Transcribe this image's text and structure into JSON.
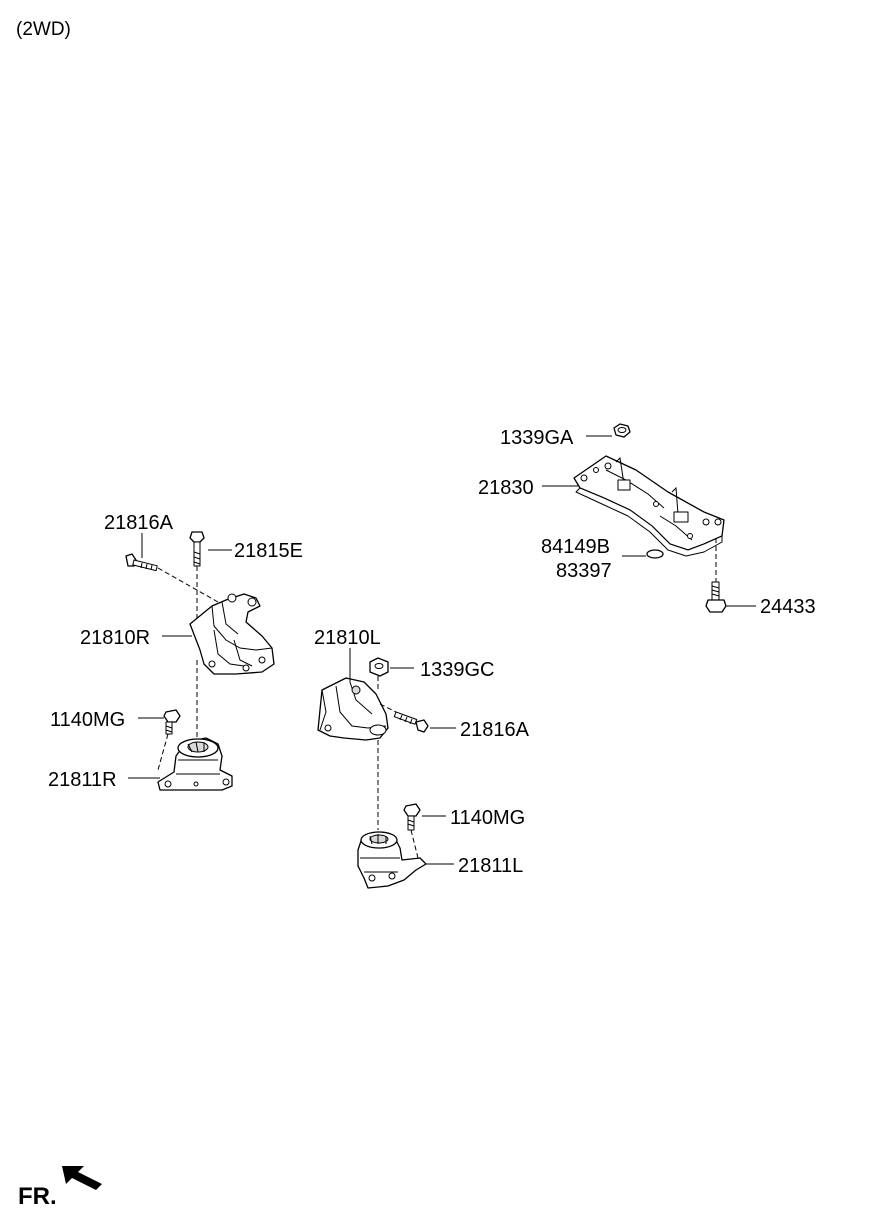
{
  "header": {
    "variant": "(2WD)"
  },
  "orientation": {
    "label": "FR."
  },
  "parts": [
    {
      "id": "p-1339GA",
      "number": "1339GA"
    },
    {
      "id": "p-21830",
      "number": "21830"
    },
    {
      "id": "p-84149B",
      "number": "84149B"
    },
    {
      "id": "p-83397",
      "number": "83397"
    },
    {
      "id": "p-24433",
      "number": "24433"
    },
    {
      "id": "p-21816A-r",
      "number": "21816A"
    },
    {
      "id": "p-21815E",
      "number": "21815E"
    },
    {
      "id": "p-21810R",
      "number": "21810R"
    },
    {
      "id": "p-1140MG-r",
      "number": "1140MG"
    },
    {
      "id": "p-21811R",
      "number": "21811R"
    },
    {
      "id": "p-21810L",
      "number": "21810L"
    },
    {
      "id": "p-1339GC",
      "number": "1339GC"
    },
    {
      "id": "p-21816A-l",
      "number": "21816A"
    },
    {
      "id": "p-1140MG-l",
      "number": "1140MG"
    },
    {
      "id": "p-21811L",
      "number": "21811L"
    }
  ]
}
